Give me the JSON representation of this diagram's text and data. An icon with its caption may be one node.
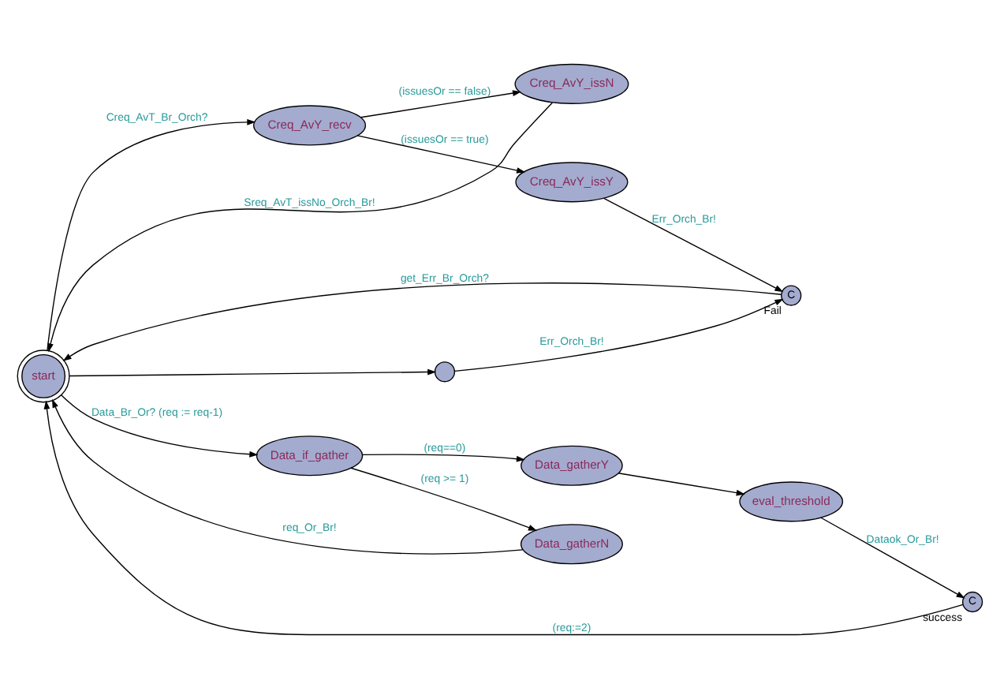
{
  "diagram": {
    "nodes": [
      {
        "text": [
          "start"
        ]
      },
      {
        "text": [
          "C"
        ],
        "beside": [
          "Fail"
        ]
      },
      {
        "text": [],
        "shape": "circle"
      },
      {
        "text": [
          "Creq_AvY_recv"
        ]
      },
      {
        "text": [
          "Creq_AvY_issY"
        ]
      },
      {
        "text": [
          "Creq_AvY_issN"
        ]
      },
      {
        "text": [
          "Data_if_gather"
        ]
      },
      {
        "text": [
          "Data_gatherN"
        ]
      },
      {
        "text": [
          "Data_gatherY"
        ]
      },
      {
        "text": [
          "eval_threshold"
        ]
      },
      {
        "text": [
          "C"
        ],
        "beside": [
          "success"
        ]
      }
    ],
    "edges": [
      {
        "from": 0,
        "to": 2,
        "arrow": "to"
      },
      {
        "from": 2,
        "to": 1,
        "arrow": "to",
        "label": "Err_Orch_Br!"
      },
      {
        "from": 1,
        "to": 0,
        "arrow": "to",
        "label": "get_Err_Br_Orch?"
      },
      {
        "from": 0,
        "to": 3,
        "arrow": "to",
        "label": "Creq_AvT_Br_Orch?"
      },
      {
        "from": 3,
        "to": 4,
        "arrow": "to",
        "label": "(issuesOr == true)"
      },
      {
        "from": 3,
        "to": 5,
        "arrow": "to",
        "label": "(issuesOr == false)"
      },
      {
        "from": 4,
        "to": 1,
        "arrow": "to",
        "label": "Err_Orch_Br!"
      },
      {
        "from": 5,
        "to": 0,
        "arrow": "to",
        "label": "Sreq_AvT_issNo_Orch_Br!"
      },
      {
        "from": 0,
        "to": 6,
        "arrow": "to",
        "label": "Data_Br_Or? (req := req-1)"
      },
      {
        "from": 6,
        "to": 7,
        "arrow": "to",
        "label": "(req >= 1)"
      },
      {
        "from": 6,
        "to": 8,
        "arrow": "to",
        "label": "(req==0)"
      },
      {
        "from": 7,
        "to": 0,
        "arrow": "to",
        "label": "req_Or_Br!"
      },
      {
        "from": 8,
        "to": 9,
        "arrow": "to"
      },
      {
        "from": 9,
        "to": 10,
        "arrow": "to",
        "label": "Dataok_Or_Br!"
      },
      {
        "from": 10,
        "to": 0,
        "arrow": "to",
        "label": "(req:=2)"
      }
    ]
  }
}
